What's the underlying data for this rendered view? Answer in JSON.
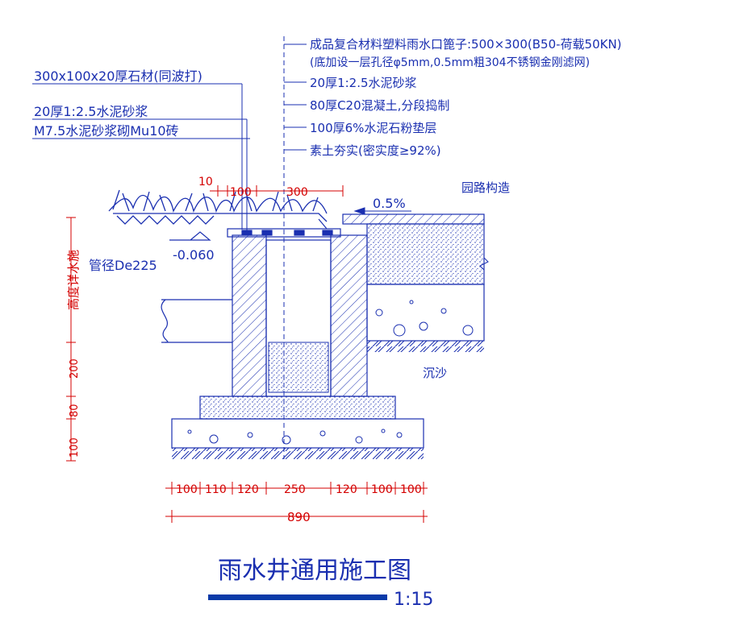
{
  "title": "雨水井通用施工图",
  "scale": "1:15",
  "callouts_top": [
    "成品复合材料塑料雨水口篦子:500×300(B50-荷载50KN)",
    "(底加设一层孔径φ5mm,0.5mm粗304不锈钢金刚滤网)",
    "20厚1:2.5水泥砂浆",
    "80厚C20混凝土,分段捣制",
    "100厚6%水泥石粉垫层",
    "素土夯实(密实度≥92%)"
  ],
  "callouts_left": [
    "300x100x20厚石材(同波打)",
    "20厚1:2.5水泥砂浆",
    "M7.5水泥砂浆砌Mu10砖"
  ],
  "labels": {
    "road": "园路构造",
    "slope": "0.5%",
    "elevation": "-0.060",
    "pipe": "管径De225",
    "sand": "沉沙",
    "vertical_note": "高度详水施"
  },
  "dims_top": [
    "10",
    "100",
    "300"
  ],
  "dims_left": [
    "200",
    "100",
    "80"
  ],
  "dims_bottom": [
    "100",
    "110",
    "120",
    "250",
    "120",
    "100",
    "100"
  ],
  "dims_total": "890",
  "colors": {
    "line": "#1a2fb0",
    "dim": "#d40000",
    "grass": "#1a2fb0",
    "title_bar": "#0a3aa8"
  }
}
